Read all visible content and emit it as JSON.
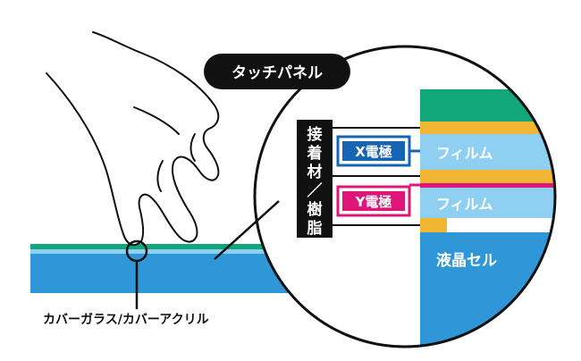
{
  "title": "タッチパネル",
  "cover_label": "カバーガラス/カバーアクリル",
  "adhesive_label": [
    "接",
    "着",
    "材",
    "／",
    "樹",
    "脂"
  ],
  "x_electrode": "X電極",
  "y_electrode": "Y電極",
  "film_top": "フィルム",
  "film_bottom": "フィルム",
  "lcd_cell": "液晶セル",
  "colors": {
    "cover_green": "#12a77a",
    "adhesive_yellow": "#f2b632",
    "film_light_blue": "#8fd0f2",
    "lcd_blue": "#2f97d8",
    "x_electrode_blue": "#1565b4",
    "y_electrode_magenta": "#e0157a",
    "label_black": "#111111"
  }
}
